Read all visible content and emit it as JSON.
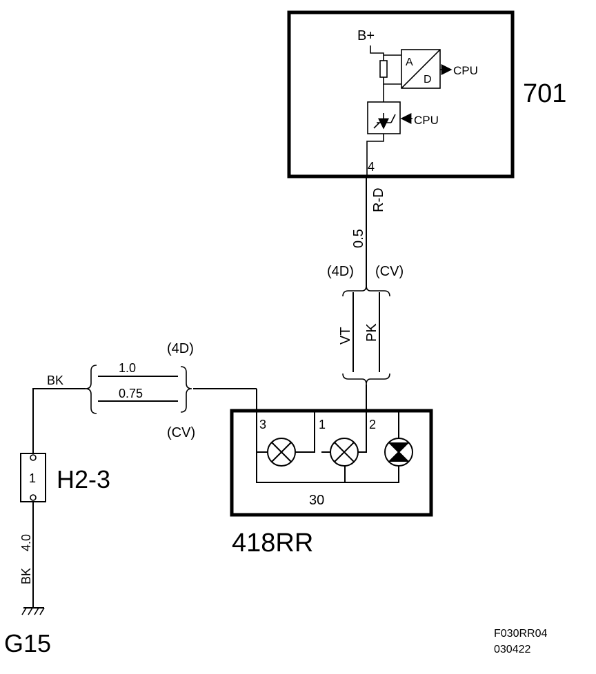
{
  "module_701": {
    "id": "701",
    "supply": "B+",
    "adc_a": "A",
    "adc_d": "D",
    "cpu_out": "CPU",
    "cpu_in": "CPU",
    "pin": "4"
  },
  "wire_701_418": {
    "color": "R-D",
    "gauge": "0.5",
    "variant_left": "(4D)",
    "variant_right": "(CV)",
    "color_4d": "VT",
    "color_cv": "PK"
  },
  "module_418": {
    "id": "418RR",
    "pin_3": "3",
    "pin_1": "1",
    "pin_2": "2",
    "pin_30": "30"
  },
  "ground_wire": {
    "color": "BK",
    "gauge_4d": "1.0",
    "gauge_cv": "0.75",
    "variant_top": "(4D)",
    "variant_bottom": "(CV)"
  },
  "connector_h2_3": {
    "id": "H2-3",
    "pin": "1"
  },
  "ground_lead": {
    "color": "BK",
    "gauge": "4.0"
  },
  "ground_point": {
    "id": "G15"
  },
  "footer": {
    "figure_code": "F030RR04",
    "date_code": "030422"
  }
}
